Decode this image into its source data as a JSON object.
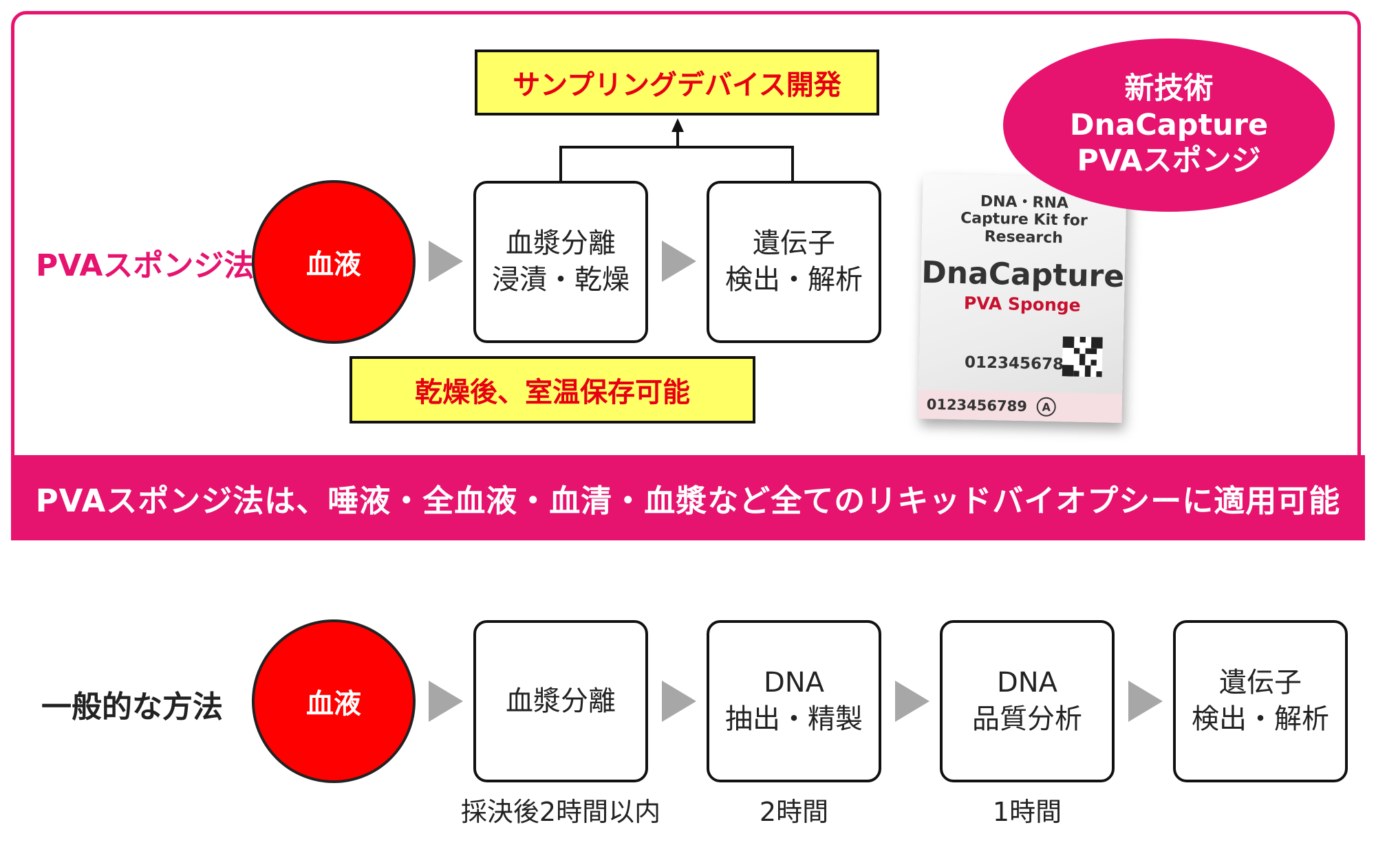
{
  "top": {
    "row_label": "PVAスポンジ法",
    "blood": "血液",
    "step1": [
      "血漿分離",
      "浸漬・乾燥"
    ],
    "step2": [
      "遺伝子",
      "検出・解析"
    ],
    "top_note": "サンプリングデバイス開発",
    "bottom_note": "乾燥後、室温保存可能",
    "badge": [
      "新技術",
      "DnaCapture",
      "PVAスポンジ"
    ],
    "kit": {
      "line1": "DNA・RNA",
      "line2": "Capture Kit for",
      "line3": "Research",
      "name": "DnaCapture",
      "sub": "PVA Sponge",
      "code": "0123456789",
      "strip_code": "0123456789",
      "strip_mark": "A",
      "qr_icon": "qr-code-icon"
    }
  },
  "banner": "PVAスポンジ法は、唾液・全血液・血清・血漿など全てのリキッドバイオプシーに適用可能",
  "bottom": {
    "row_label": "一般的な方法",
    "blood": "血液",
    "steps": [
      [
        "血漿分離"
      ],
      [
        "DNA",
        "抽出・精製"
      ],
      [
        "DNA",
        "品質分析"
      ],
      [
        "遺伝子",
        "検出・解析"
      ]
    ],
    "times": [
      "採決後2時間以内",
      "2時間",
      "1時間"
    ]
  },
  "colors": {
    "accent": "#e6136f",
    "blood": "#ff0000",
    "note_bg": "#ffff66",
    "note_text": "#e60012",
    "arrow": "#a7a7a7"
  }
}
